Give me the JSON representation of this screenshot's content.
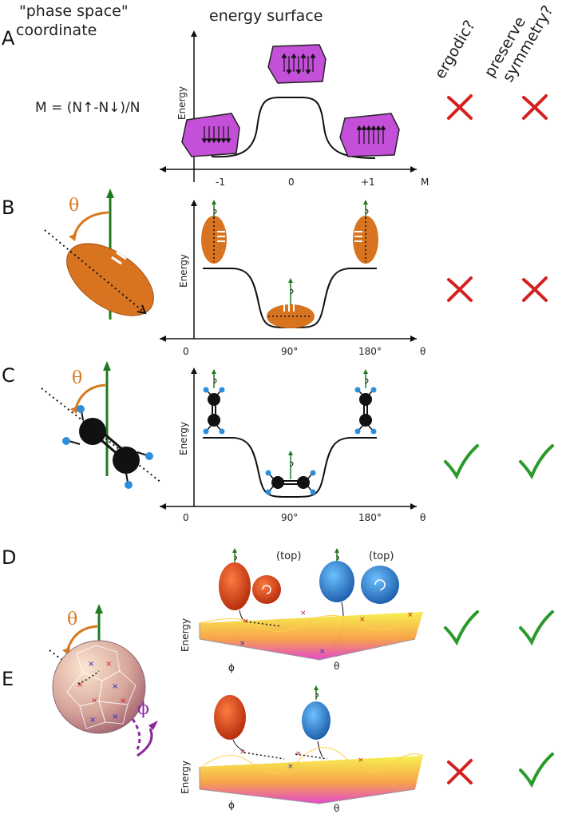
{
  "headers": {
    "coordinate": [
      "\"phase space\"",
      "coordinate"
    ],
    "surface": "energy surface",
    "ergodic": "ergodic?",
    "symmetry": [
      "preserve",
      "symmetry?"
    ]
  },
  "panels": [
    {
      "label": "A",
      "ergodic": "no",
      "symmetry": "no"
    },
    {
      "label": "B",
      "ergodic": "no",
      "symmetry": "no"
    },
    {
      "label": "C",
      "ergodic": "yes",
      "symmetry": "yes"
    },
    {
      "label": "D",
      "ergodic": "yes",
      "symmetry": "yes"
    },
    {
      "label": "E",
      "ergodic": "no",
      "symmetry": "yes"
    }
  ],
  "panel_a": {
    "formula": "M = (N↑-N↓)/N",
    "ylabel": "Energy",
    "xlabel": "M",
    "ticks": [
      "-1",
      "0",
      "+1"
    ]
  },
  "panel_b": {
    "symbol": "θ",
    "ylabel": "Energy",
    "xlabel": "θ",
    "ticks": [
      "0",
      "90°",
      "180°"
    ]
  },
  "panel_c": {
    "symbol": "θ",
    "ylabel": "Energy",
    "xlabel": "θ",
    "ticks": [
      "0",
      "90°",
      "180°"
    ]
  },
  "panel_d": {
    "top_left": "(top)",
    "top_right": "(top)",
    "ylabel": "Energy",
    "xlabel_left": "ϕ",
    "xlabel_right": "θ"
  },
  "panel_e": {
    "ylabel": "Energy",
    "xlabel_left": "ϕ",
    "xlabel_right": "θ"
  },
  "sphere": {
    "theta": "θ",
    "phi": "ϕ"
  },
  "colors": {
    "magenta": "#c44fd8",
    "orange": "#d8731f",
    "green": "#1f8a1f",
    "red": "#d42020",
    "check": "#2a9a2a",
    "blue_dot": "#2d8fdc",
    "surface_top": "#f6f04a",
    "surface_bottom": "#e040c8"
  },
  "marks": {
    "yes": "✓",
    "no": "✕"
  }
}
